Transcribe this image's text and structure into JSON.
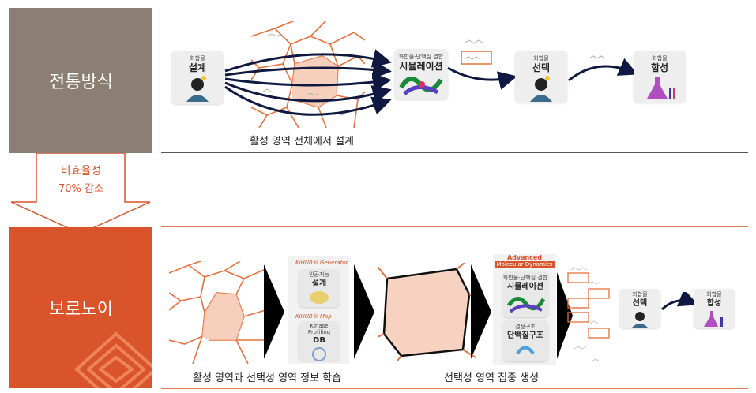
{
  "traditional": {
    "label": "전통방식",
    "caption": "활성 영역 전체에서 설계",
    "design_card": {
      "small": "화합물",
      "big": "설계"
    },
    "sim_card": {
      "small": "화합물-단백질 결합",
      "big": "시뮬레이션"
    },
    "select_card": {
      "small": "화합물",
      "big": "선택"
    },
    "synth_card": {
      "small": "화합물",
      "big": "합성"
    }
  },
  "transition": {
    "line1": "비효율성",
    "line2": "70% 감소"
  },
  "voronoi": {
    "label": "보로노이",
    "caption_left": "활성 영역과 선택성 영역 정보 학습",
    "caption_right": "선택성 영역 집중 생성",
    "kihub_generator": "KiHUB® Generator",
    "ai_small": "인공지능",
    "ai_big": "설계",
    "kihub_map": "KiHUB® Map",
    "kinase_profiling": "Kinase Profiling",
    "db": "DB",
    "adv_line1": "Advanced",
    "adv_line2": "Molecular Dynamics",
    "sim_small": "화합물-단백질 결합",
    "sim_big": "시뮬레이션",
    "crystal_small": "결정구조",
    "crystal_big": "단백질구조",
    "select_card": {
      "small": "화합물",
      "big": "선택"
    },
    "synth_card": {
      "small": "화합물",
      "big": "합성"
    }
  },
  "colors": {
    "brown": "#8a7f72",
    "orange": "#d9542a",
    "voronoi_line": "#e8703c",
    "navy_arrow": "#0f1840"
  }
}
